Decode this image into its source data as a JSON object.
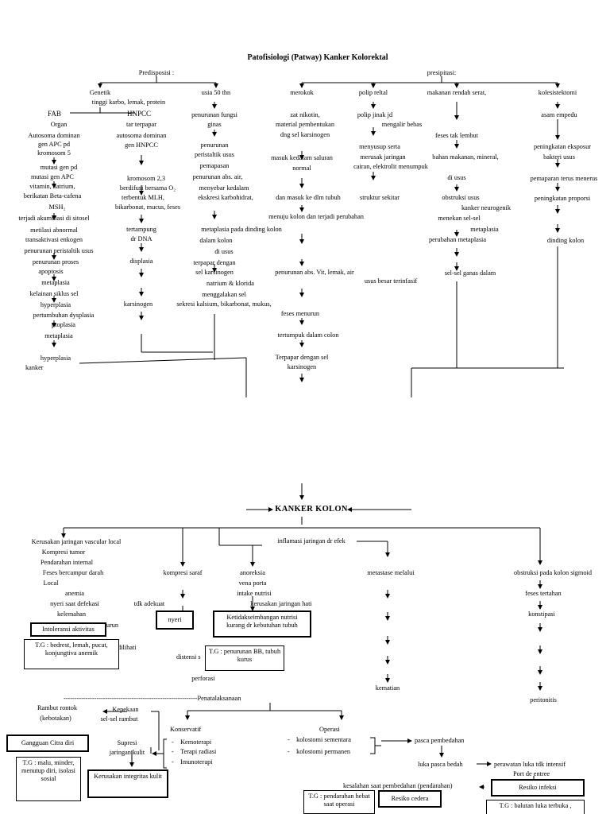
{
  "title": "Patofisiologi  (Patway) Kanker Kolorektal",
  "top": {
    "predisposisi": "Predisposisi :",
    "presipitasi": "presipitasi:",
    "genetik": "Genetik",
    "diet": "tinggi karbo, lemak, protein",
    "usia": "usia 50 thn",
    "fab": "FAB",
    "hnpcc": "HNPCC",
    "organ": "Organ",
    "tar": "tar terpapar",
    "merokok": "merokok",
    "polip": "polip reltal",
    "makanan": "makanan rendah serat,",
    "kolesistektomi": "kolesistektomi"
  },
  "fab_col": [
    "Autosoma dominan",
    "gen APC pd",
    "kromosom 5",
    "mutasi gen pd",
    "mutasi gen APC",
    "vitamin, natrium,",
    "berikatan Beta-cafena",
    "MSH₂",
    "terjadi akumulasi di sitosel",
    "metilasi abnormal",
    "transaktivasi enkogen",
    "penurunan peristaltik usus",
    "penurunan proses",
    "apoptosis",
    "metaplasia",
    "kelainan siklus sel",
    "hyperplasia",
    "pertumbuhan dysplasia",
    "ptoplasia",
    "metaplasia",
    "hyperplasia",
    "kanker"
  ],
  "hnpcc_col": [
    "autosoma dominan",
    "gen HNPCC",
    "kromosom 2,3",
    "berdifusi bersama O₂",
    "terbentuk MLH,",
    "bikarbonat, mucus, feses",
    "tertampung",
    "dr DNA",
    "displasia",
    "karsinogen"
  ],
  "usia_col": [
    "penurunan fungsi",
    "ginas",
    "penurunan",
    "peristaltik usus",
    "pemapasan",
    "penurunan abs. air,",
    "menyebar kedalam",
    "ekskresi karbohidrat,",
    "metaplasia pada dinding kolon",
    "dalam kolon",
    "di usus",
    "terpapar dengan",
    "sel karsinogen",
    "natrium & klorida",
    "menggalakan sel",
    "sekresi kalsium, bikarbonat, mukus,"
  ],
  "merokok_col": [
    "zat nikotin,",
    "material pembentukan",
    "dng sel karsinogen",
    "masuk kedalam saluran",
    "normal",
    "dan masuk ke dlm tubuh",
    "menuju kolon dan terjadi perubahan",
    "penurunan abs. Vit, lemak, air",
    "feses menurun",
    "tertumpuk dalam colon",
    "Terpapar dengan sel",
    "karsinogen"
  ],
  "polip_col": [
    "polip jinak jd",
    "mengalir bebas",
    "menyusup serta",
    "merusak jaringan",
    "cairan, elektrolit menumpuk",
    "struktur sekitar",
    "usus besar terinfasif"
  ],
  "makanan_col": [
    "feses tak lembut",
    "bahan makanan, mineral,",
    "di usus",
    "obstruksi usus",
    "kanker neurogenik",
    "menekan sel-sel",
    "metaplasia",
    "perubahan metaplasia",
    "sel-sel ganas dalam"
  ],
  "kolesis_col": [
    "asam empedu",
    "peningkatan eksposur",
    "bakteri usus",
    "pemaparan terus menerus",
    "peningkatan proporsi",
    "dinding kolon"
  ],
  "center": "KANKER KOLON",
  "bottom_left": [
    "Kerusakan jaringan vascular local",
    "Kompresi tumor",
    "Pendarahan internal",
    "Feses bercampur darah",
    "Local",
    "anemia",
    "nyeri saat defekasi",
    "kelemahan",
    "enurun",
    "dilihati"
  ],
  "saraf": [
    "kompresi saraf",
    "tdk adekuat",
    "distensi s"
  ],
  "anoreksia": [
    "anoreksia",
    "vena porta",
    "intake nutrisi",
    "kerusakan jaringan hati"
  ],
  "inflamasi": "inflamasi jaringan dr efek",
  "metastase": [
    "metastase melalui",
    "kematian"
  ],
  "obstruksi": [
    "obstruksi pada kolon sigmoid",
    "feses tertahan",
    "konstipasi",
    "peritonitis"
  ],
  "perforasi": "perforasi",
  "penatalaksanaan": "-------------------------------------------------------------Penatalaksanaan",
  "kepekaan": [
    "Kepekaan",
    "sel-sel rambut"
  ],
  "rambut": [
    "Rambut rontok",
    "(kebotakan)"
  ],
  "supresi": [
    "Supresi",
    "jaringan kulit"
  ],
  "konservatif": {
    "title": "Konservatif",
    "items": [
      "Kemoterapi",
      "Terapi radiasi",
      "Imunoterapi"
    ]
  },
  "operasi": {
    "title": "Operasi",
    "items": [
      "kolostomi sementara",
      "kolostomi permanen"
    ]
  },
  "pasca": "pasca pembedahan",
  "luka_pasca": "luka pasca bedah",
  "perawatan": "perawatan luka tdk intensif",
  "port": "Port de entree",
  "kesalahan": "kesalahan saat pembedahan (pendarahan)",
  "boxes": {
    "intoleransi": "Intoleransi aktivitas",
    "tg_intoleransi": "T.G : bedrest, lemah, pucat, konjungtiva anemik",
    "nyeri": "nyeri",
    "nutrisi": "Ketidakseimbangan nutrisi kurang dr kebutuhan tubuh",
    "tg_nutrisi": "T.G : penurunan BB, tubuh kurus",
    "citra": "Gangguan Citra diri",
    "tg_citra": "T.G : malu, minder, menutup diri, isolasi sosial",
    "integritas": "Kerusakan integritas kulit",
    "tg_cedera": "T.G : pendarahan hebat saat operasi",
    "cedera": "Resiko cedera",
    "infeksi": "Resiko infeksi",
    "tg_infeksi": "T.G : balutan luka terbuka ,"
  }
}
